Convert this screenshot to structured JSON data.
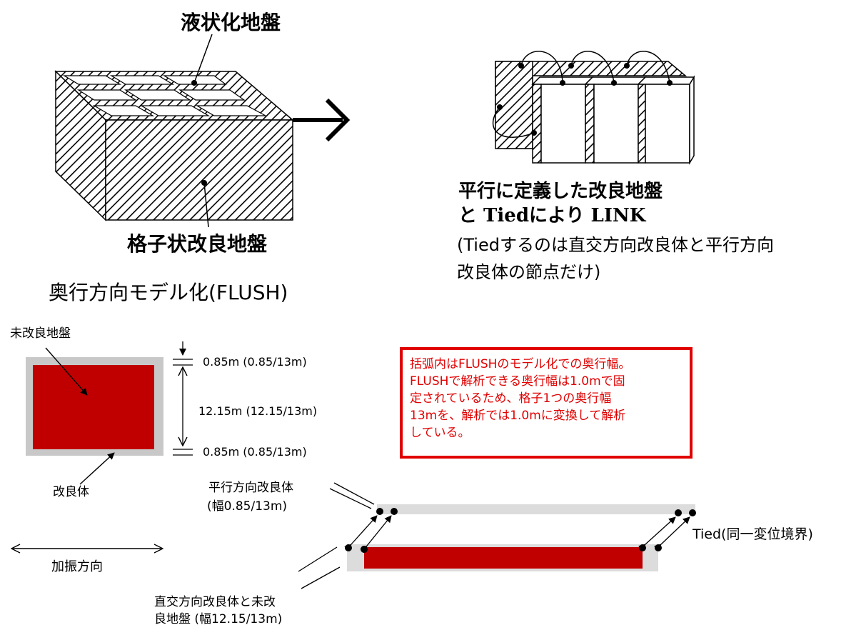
{
  "labels": {
    "liquefied_ground": "液状化地盤",
    "grid_improved_ground": "格子状改良地盤",
    "parallel_def_line1": "平行に定義した改良地盤",
    "parallel_def_line2": "と Tiedにより LINK",
    "tied_note_line1": "(Tiedするのは直交方向改良体と平行方向",
    "tied_note_line2": "改良体の節点だけ)",
    "section_title": "奥行方向モデル化(FLUSH)",
    "unimproved_ground": "未改良地盤",
    "improved_body": "改良体",
    "dim_top": "0.85m (0.85/13m)",
    "dim_mid": "12.15m (12.15/13m)",
    "dim_bottom": "0.85m (0.85/13m)",
    "excitation_direction": "加振方向",
    "parallel_body_line1": "平行方向改良体",
    "parallel_body_line2": "(幅0.85/13m)",
    "orthogonal_line1": "直交方向改良体と未改",
    "orthogonal_line2": "良地盤 (幅12.15/13m)",
    "tied_boundary": "Tied(同一変位境界)"
  },
  "note": {
    "lines": [
      "括弧内はFLUSHのモデル化での奥行幅。",
      "FLUSHで解析できる奥行幅は1.0mで固",
      "定されているため、格子1つの奥行幅",
      "13mを、解析では1.0mに変換して解析",
      "している。"
    ]
  },
  "colors": {
    "improved_red": "#c00000",
    "border_gray": "#c8c8c8",
    "light_gray": "#dcdcdc",
    "note_red": "#e00000"
  }
}
